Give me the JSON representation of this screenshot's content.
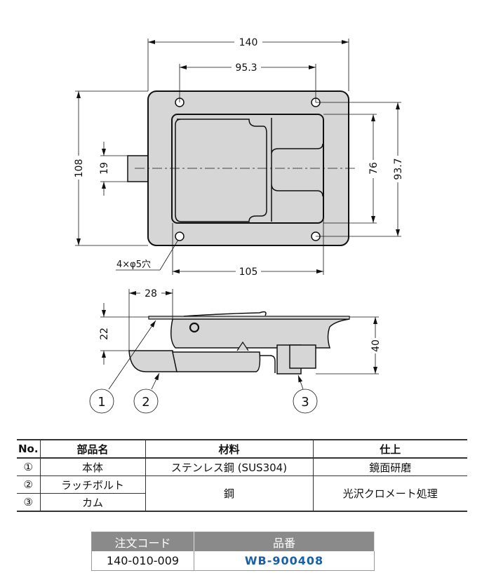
{
  "drawing": {
    "top_view": {
      "dim_overall_width": "140",
      "dim_hole_pitch_top": "95.3",
      "dim_overall_height": "108",
      "dim_bolt_height": "19",
      "dim_recess_height": "76",
      "dim_hole_pitch_vertical": "93.7",
      "dim_recess_width": "105",
      "hole_note": "4×φ5穴"
    },
    "side_view": {
      "dim_bolt_offset": "28",
      "dim_depth": "22",
      "dim_total_depth": "40",
      "callouts": [
        "1",
        "2",
        "3"
      ]
    }
  },
  "parts_table": {
    "headers": [
      "No.",
      "部品名",
      "材料",
      "仕上"
    ],
    "rows": [
      {
        "no": "①",
        "name": "本体",
        "material": "ステンレス鋼 (SUS304)",
        "finish": "鏡面研磨"
      },
      {
        "no": "②",
        "name": "ラッチボルト",
        "material": "鋼",
        "finish": "光沢クロメート処理"
      },
      {
        "no": "③",
        "name": "カム"
      }
    ]
  },
  "order_table": {
    "headers": [
      "注文コード",
      "品番"
    ],
    "order_code": "140-010-009",
    "part_number": "WB-900408"
  },
  "colors": {
    "part_fill": "#d6d6d6",
    "header_gray": "#8a8a8a",
    "part_number_blue": "#1a5fa8"
  }
}
